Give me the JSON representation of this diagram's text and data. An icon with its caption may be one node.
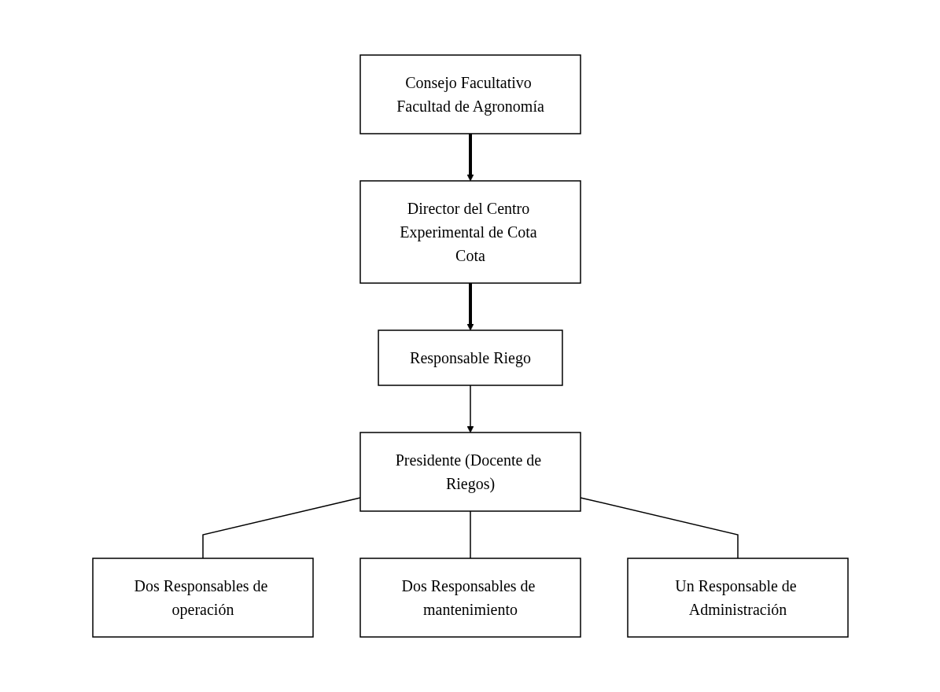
{
  "diagram": {
    "nodes": [
      {
        "text": [
          "Consejo Facultativo Facultad de Agronomía"
        ]
      },
      {
        "text": [
          "Director del Centro Experimental de Cota Cota"
        ]
      },
      {
        "text": [
          "Responsable Riego"
        ]
      },
      {
        "text": [
          "Presidente (Docente de Riegos)"
        ]
      },
      {
        "text": [
          "Dos Responsables de operación"
        ]
      },
      {
        "text": [
          "Dos Responsables de mantenimiento"
        ]
      },
      {
        "text": [
          "Un Responsable de Administración"
        ]
      }
    ],
    "edges": [
      {
        "from": 0,
        "to": 1,
        "arrow": "to",
        "style": "thick"
      },
      {
        "from": 1,
        "to": 2,
        "arrow": "to",
        "style": "thick"
      },
      {
        "from": 2,
        "to": 3,
        "arrow": "to"
      },
      {
        "from": 3,
        "to": 4,
        "arrow": "none"
      },
      {
        "from": 3,
        "to": 5,
        "arrow": "none"
      },
      {
        "from": 3,
        "to": 6,
        "arrow": "none"
      }
    ]
  }
}
